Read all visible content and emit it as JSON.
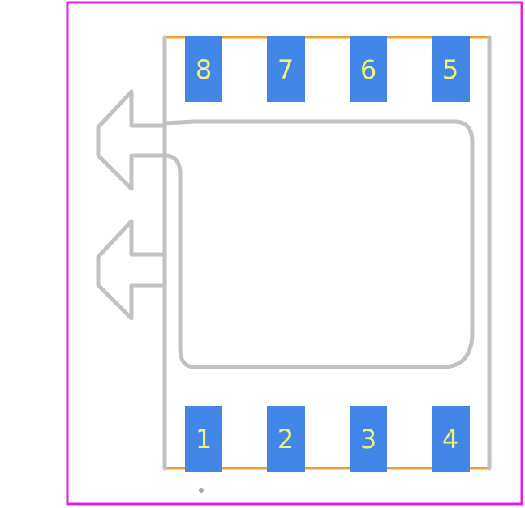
{
  "footprint": {
    "colors": {
      "courtyard": "#e020e0",
      "silkscreen": "#c2c2c2",
      "fab_edge": "#f0a030",
      "pad": "#4287e8",
      "pad_label": "#f0f07a",
      "pin1_dot": "#a8a8a8"
    },
    "pads_top": [
      {
        "label": "8"
      },
      {
        "label": "7"
      },
      {
        "label": "6"
      },
      {
        "label": "5"
      }
    ],
    "pads_bottom": [
      {
        "label": "1"
      },
      {
        "label": "2"
      },
      {
        "label": "3"
      },
      {
        "label": "4"
      }
    ]
  }
}
